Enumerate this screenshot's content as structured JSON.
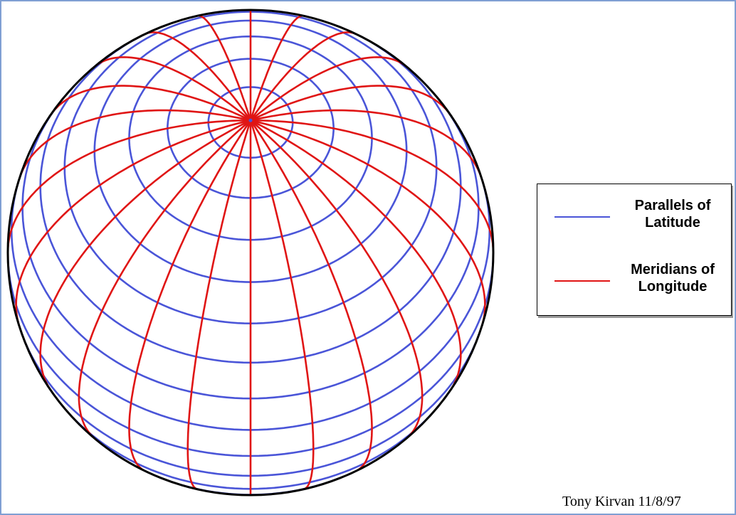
{
  "legend": {
    "items": [
      {
        "line1": "Parallels of",
        "line2": "Latitude",
        "color": "#4a55d8"
      },
      {
        "line1": "Meridians of",
        "line2": "Longitude",
        "color": "#e01515"
      }
    ]
  },
  "credit": "Tony Kirvan  11/8/97",
  "colors": {
    "parallels": "#4a55d8",
    "meridians": "#e01515",
    "outline": "#000000",
    "frame": "#7f9fd3"
  }
}
